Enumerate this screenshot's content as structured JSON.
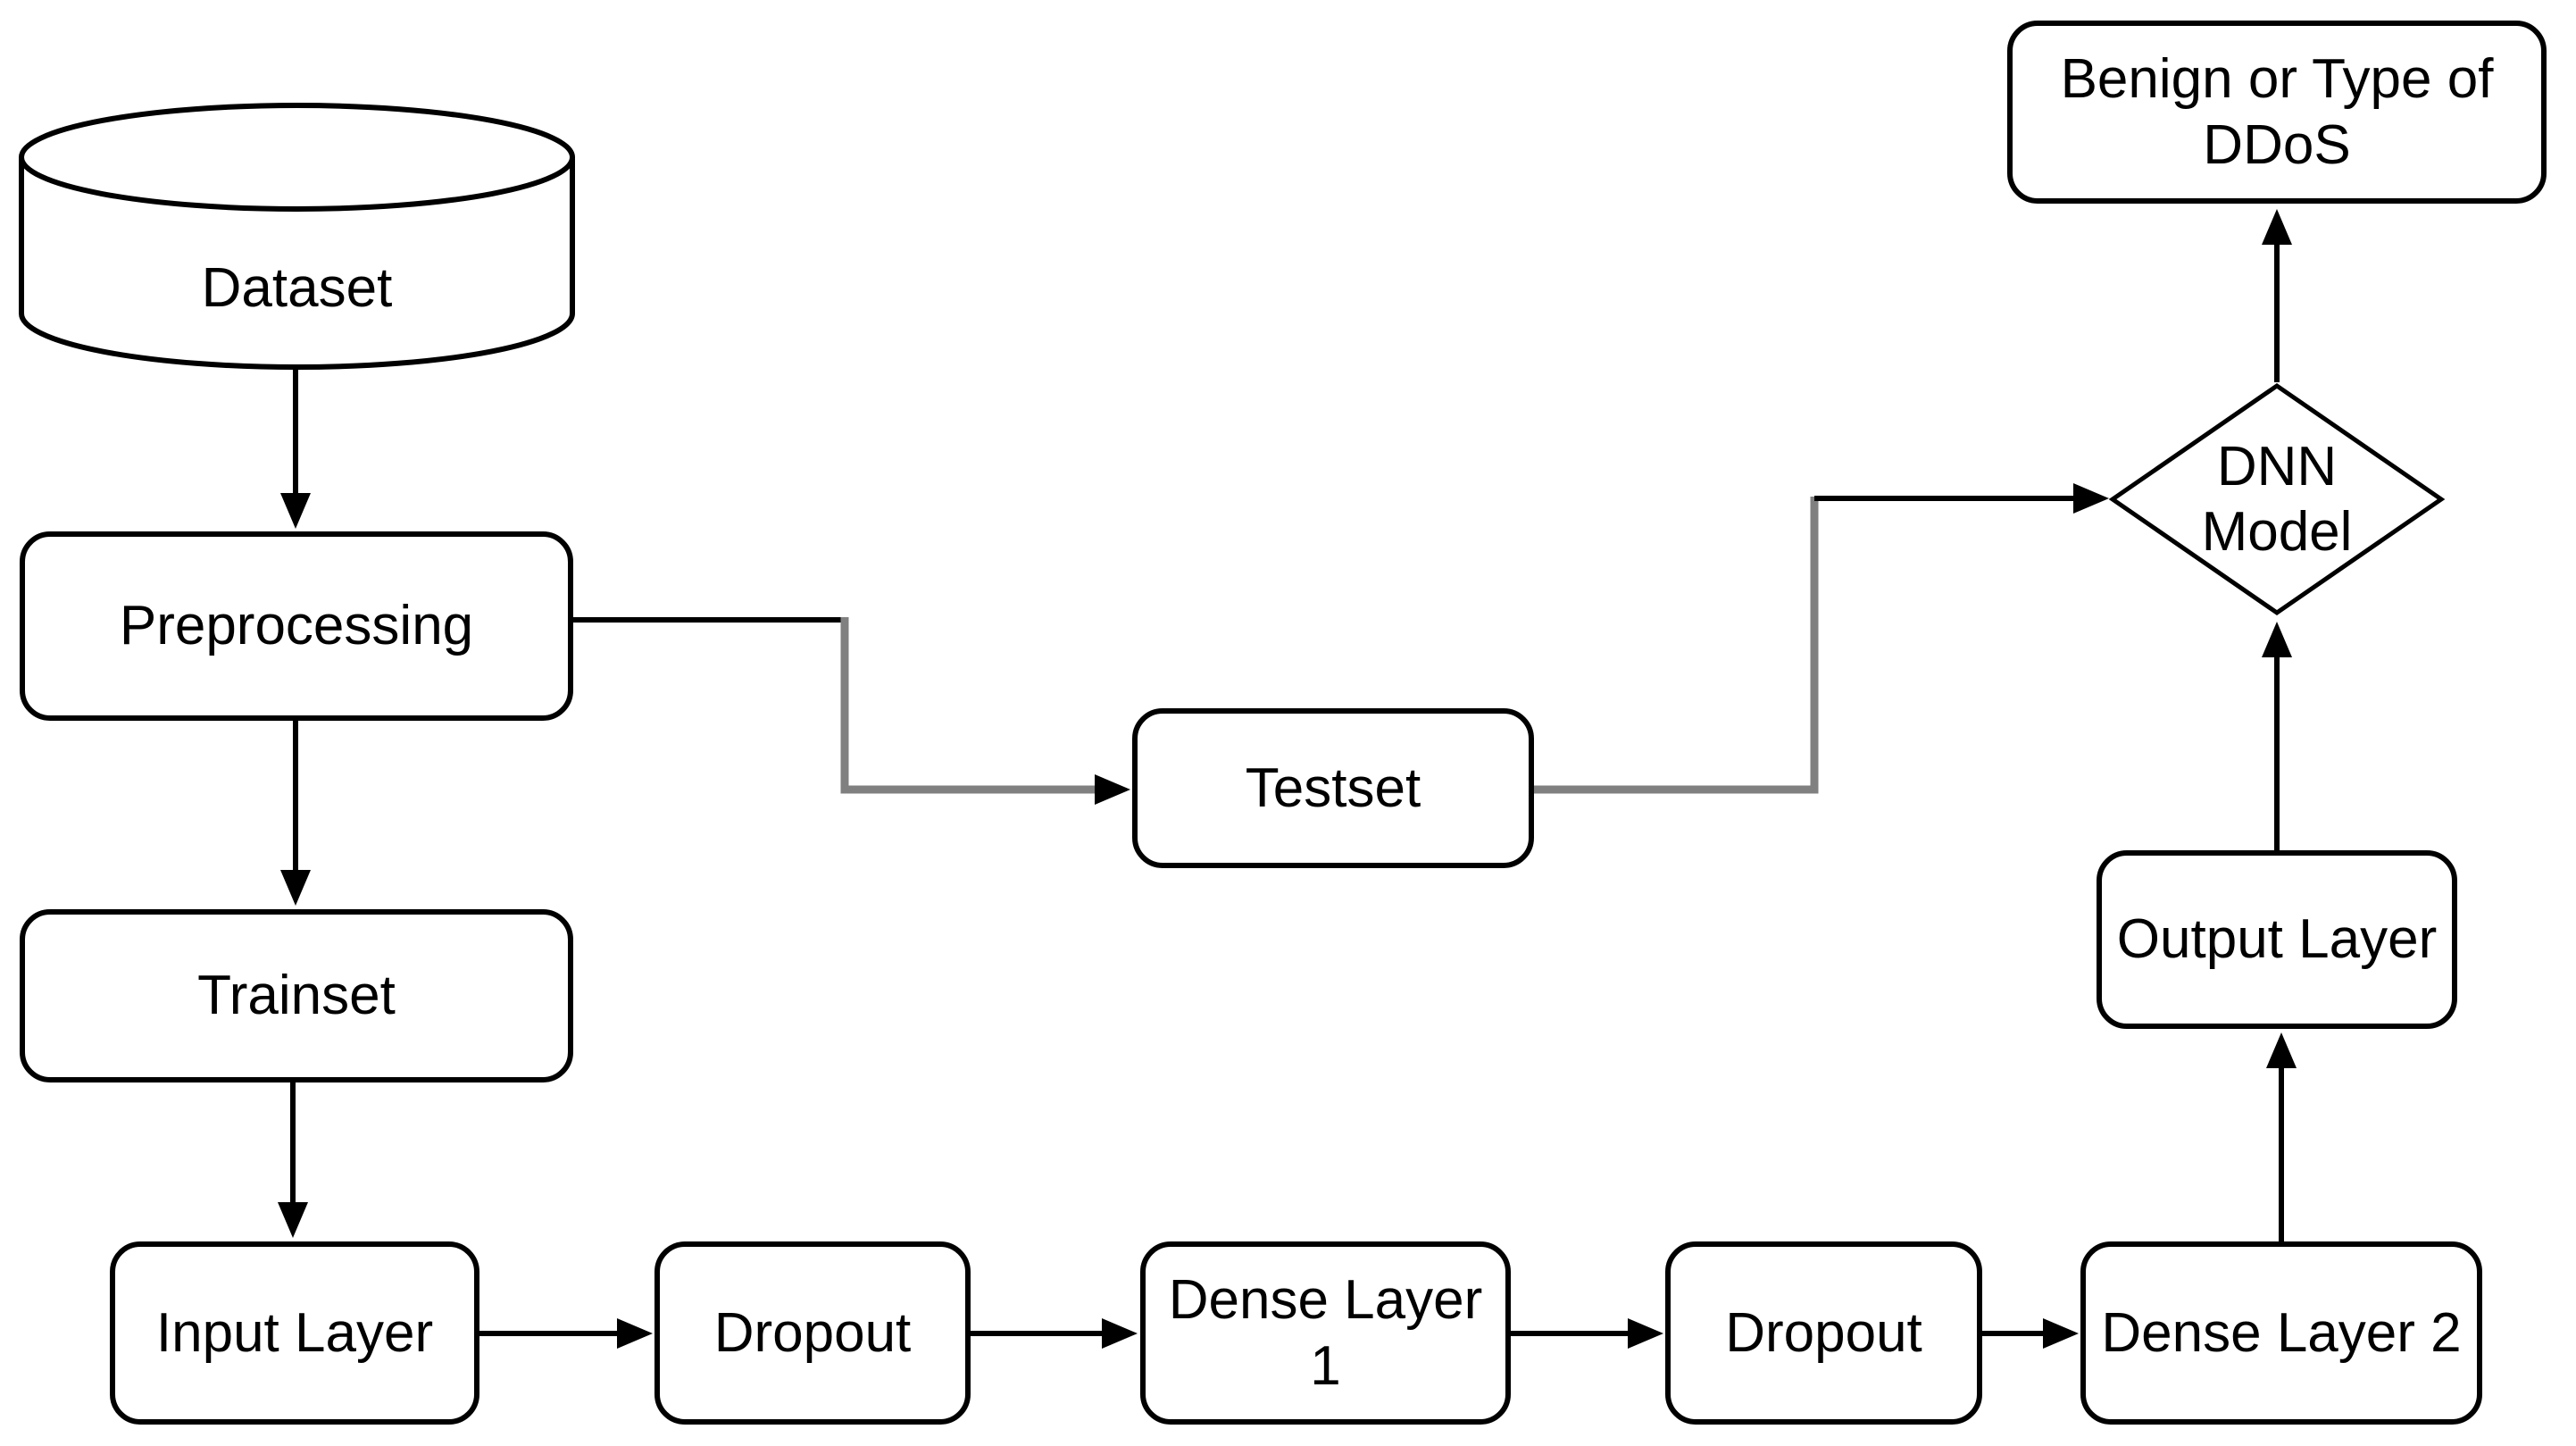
{
  "diagram": {
    "type": "flowchart",
    "background": "#ffffff"
  },
  "colors": {
    "line": "#000000",
    "split_line_gray": "#808080",
    "node_fill": "#ffffff",
    "node_border": "#000000",
    "text": "#000000"
  },
  "nodes": {
    "dataset": {
      "label": "Dataset",
      "shape": "cylinder"
    },
    "preprocessing": {
      "label": "Preprocessing",
      "shape": "rounded-rect"
    },
    "trainset": {
      "label": "Trainset",
      "shape": "rounded-rect"
    },
    "testset": {
      "label": "Testset",
      "shape": "rounded-rect"
    },
    "input_layer": {
      "label": "Input Layer",
      "shape": "rounded-rect"
    },
    "dropout_1": {
      "label": "Dropout",
      "shape": "rounded-rect"
    },
    "dense_layer_1": {
      "label": "Dense Layer\n1",
      "shape": "rounded-rect"
    },
    "dropout_2": {
      "label": "Dropout",
      "shape": "rounded-rect"
    },
    "dense_layer_2": {
      "label": "Dense Layer 2",
      "shape": "rounded-rect"
    },
    "output_layer": {
      "label": "Output Layer",
      "shape": "rounded-rect"
    },
    "dnn_model": {
      "label": "DNN\nModel",
      "shape": "diamond"
    },
    "result": {
      "label": "Benign or Type of\nDDoS",
      "shape": "rounded-rect"
    }
  },
  "edges": [
    {
      "from": "dataset",
      "to": "preprocessing",
      "style": "black-arrow"
    },
    {
      "from": "preprocessing",
      "to": "trainset",
      "style": "black-arrow"
    },
    {
      "from": "preprocessing",
      "to": "testset",
      "style": "gray-elbow-arrow"
    },
    {
      "from": "trainset",
      "to": "input_layer",
      "style": "black-arrow"
    },
    {
      "from": "input_layer",
      "to": "dropout_1",
      "style": "black-arrow"
    },
    {
      "from": "dropout_1",
      "to": "dense_layer_1",
      "style": "black-arrow"
    },
    {
      "from": "dense_layer_1",
      "to": "dropout_2",
      "style": "black-arrow"
    },
    {
      "from": "dropout_2",
      "to": "dense_layer_2",
      "style": "black-arrow"
    },
    {
      "from": "dense_layer_2",
      "to": "output_layer",
      "style": "black-arrow"
    },
    {
      "from": "output_layer",
      "to": "dnn_model",
      "style": "black-arrow"
    },
    {
      "from": "testset",
      "to": "dnn_model",
      "style": "gray-elbow-arrow"
    },
    {
      "from": "dnn_model",
      "to": "result",
      "style": "black-arrow"
    }
  ]
}
